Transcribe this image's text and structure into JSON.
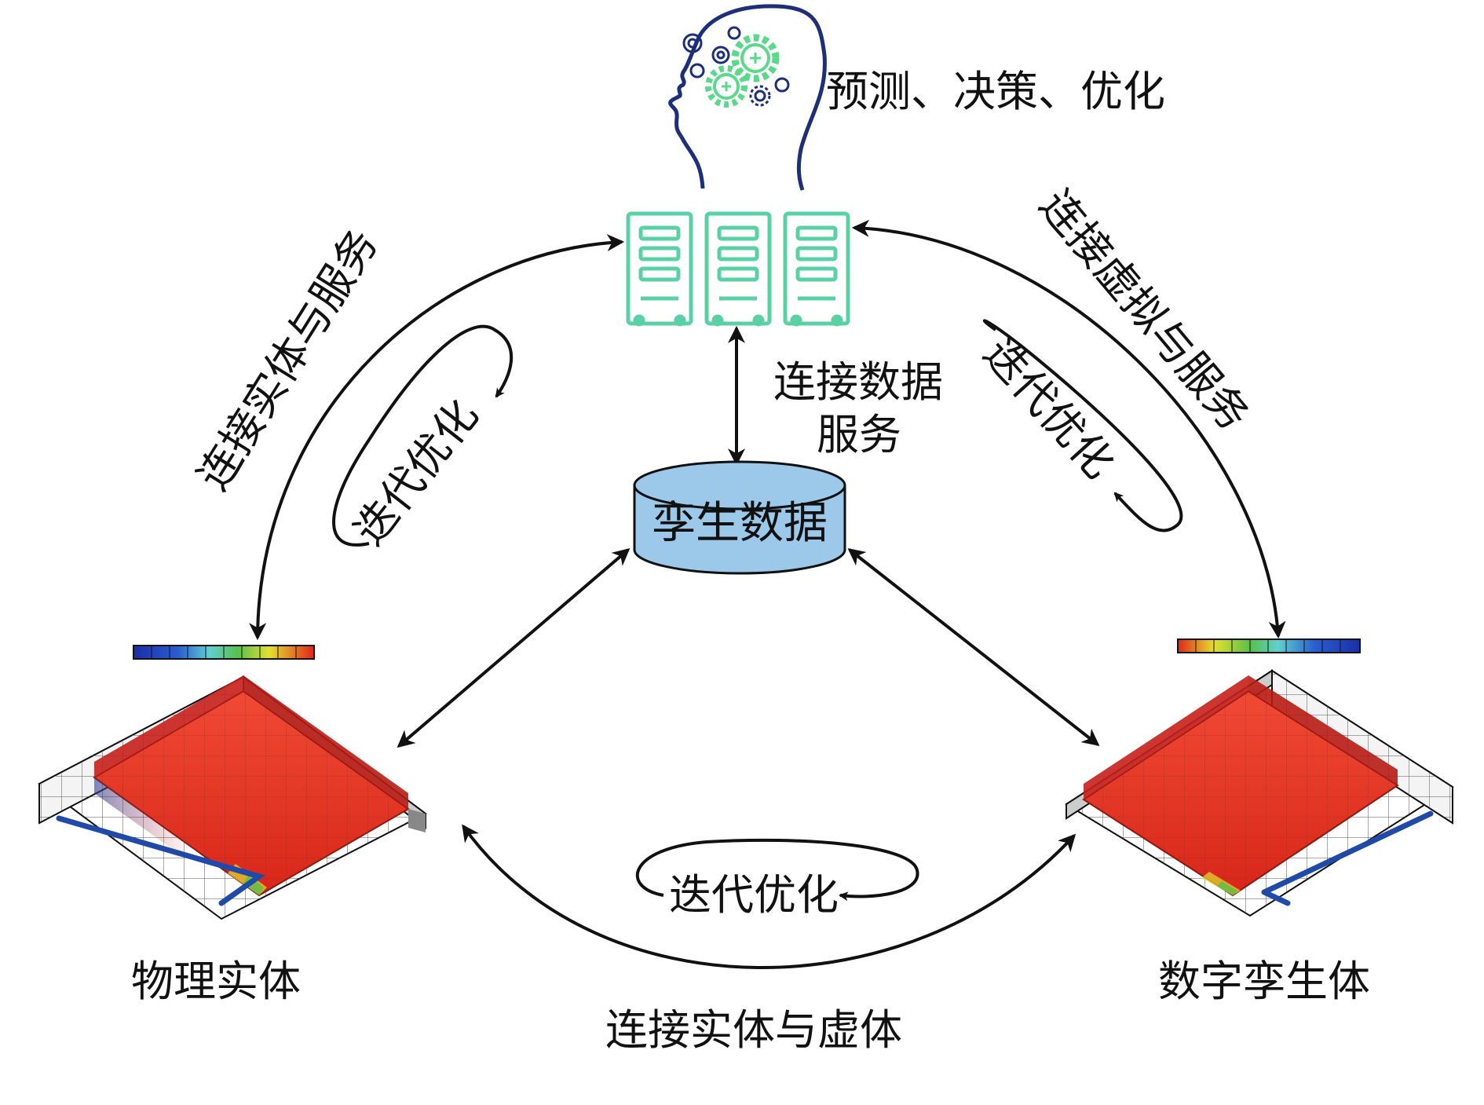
{
  "header": {
    "brain_caption": "预测、决策、优化"
  },
  "labels": {
    "server_link": "连接数据\n服务",
    "database": "孪生数据",
    "left_arc": "连接实体与服务",
    "right_arc": "连接虚拟与服务",
    "bottom_arc": "连接实体与虚体",
    "iter_left": "迭代优化",
    "iter_right": "迭代优化",
    "iter_bottom": "迭代优化",
    "physical_entity": "物理实体",
    "digital_twin": "数字孪生体"
  },
  "colors": {
    "server": "#5ad1a4",
    "brain_outline": "#1d2f7a",
    "gear_green": "#5ad98a",
    "database_fill": "#9cc8ea",
    "heat_red": "#e0261a",
    "pipe_blue": "#1f4aa8"
  },
  "icons": [
    "brain-head-icon",
    "gear-icon",
    "server-icon",
    "database-icon",
    "heatmap-box-icon",
    "color-bar-icon"
  ]
}
